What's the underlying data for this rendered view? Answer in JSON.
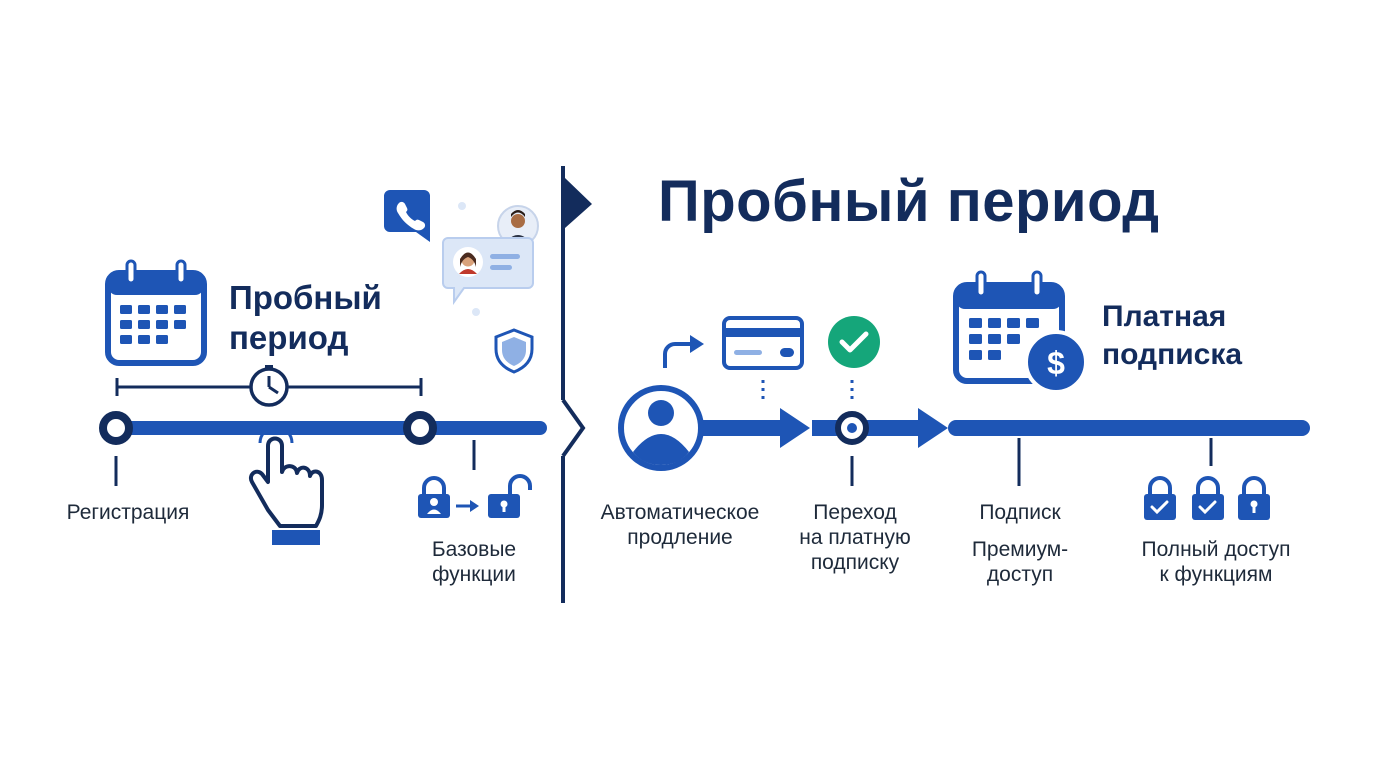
{
  "header": {
    "title": "Пробный период"
  },
  "trial_block": {
    "title_line1": "Пробный",
    "title_line2": "период"
  },
  "paid_block": {
    "title_line1": "Платная",
    "title_line2": "подписка"
  },
  "steps": {
    "registration": "Регистрация",
    "basic_line1": "Базовые",
    "basic_line2": "функции",
    "auto_line1": "Автоматическое",
    "auto_line2": "продление",
    "transition_line1": "Переход",
    "transition_line2": "на платную",
    "transition_line3": "подписку",
    "subscription": "Подписк",
    "premium_line1": "Премиум-",
    "premium_line2": "доступ",
    "full_line1": "Полный доступ",
    "full_line2": "к функциям"
  },
  "colors": {
    "navy": "#132c5c",
    "blue": "#1e55b5",
    "green": "#15a67a",
    "light_blue": "#dce7f7"
  },
  "icons": [
    "calendar-icon",
    "clock-icon",
    "hand-tap-icon",
    "phone-chat-icon",
    "man-avatar-icon",
    "woman-chat-icon",
    "shield-icon",
    "lock-person-icon",
    "unlock-icon",
    "user-circle-icon",
    "credit-card-icon",
    "check-circle-icon",
    "calendar-dollar-icon",
    "check-lock-icon",
    "lock-icon"
  ]
}
